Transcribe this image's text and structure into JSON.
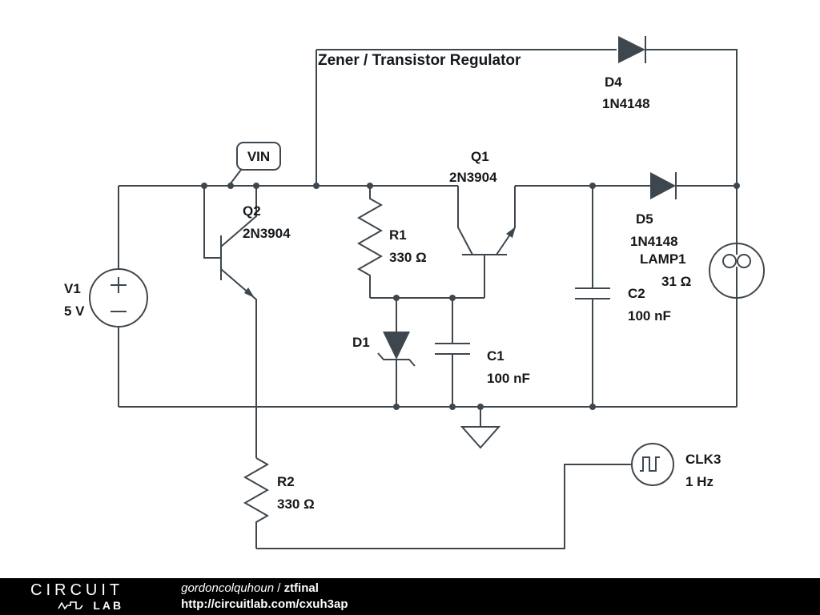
{
  "title": "Zener / Transistor Regulator",
  "net_flag": {
    "label": "VIN"
  },
  "components": {
    "v1": {
      "designator": "V1",
      "value": "5 V"
    },
    "q2": {
      "designator": "Q2",
      "value": "2N3904"
    },
    "q1": {
      "designator": "Q1",
      "value": "2N3904"
    },
    "r1": {
      "designator": "R1",
      "value": "330 Ω"
    },
    "r2": {
      "designator": "R2",
      "value": "330 Ω"
    },
    "c1": {
      "designator": "C1",
      "value": "100 nF"
    },
    "c2": {
      "designator": "C2",
      "value": "100 nF"
    },
    "d1": {
      "designator": "D1"
    },
    "d4": {
      "designator": "D4",
      "value": "1N4148"
    },
    "d5": {
      "designator": "D5",
      "value": "1N4148"
    },
    "lamp1": {
      "designator": "LAMP1",
      "value": "31 Ω"
    },
    "clk3": {
      "designator": "CLK3",
      "value": "1 Hz"
    }
  },
  "footer": {
    "logo_line1": "CIRCUIT",
    "logo_line2": "LAB",
    "author": "gordoncolquhoun",
    "separator": "/",
    "project": "ztfinal",
    "url": "http://circuitlab.com/cxuh3ap"
  },
  "colors": {
    "wire": "#3e474e",
    "label": "#15181b",
    "footer_bg": "#000000",
    "footer_text": "#ffffff"
  }
}
